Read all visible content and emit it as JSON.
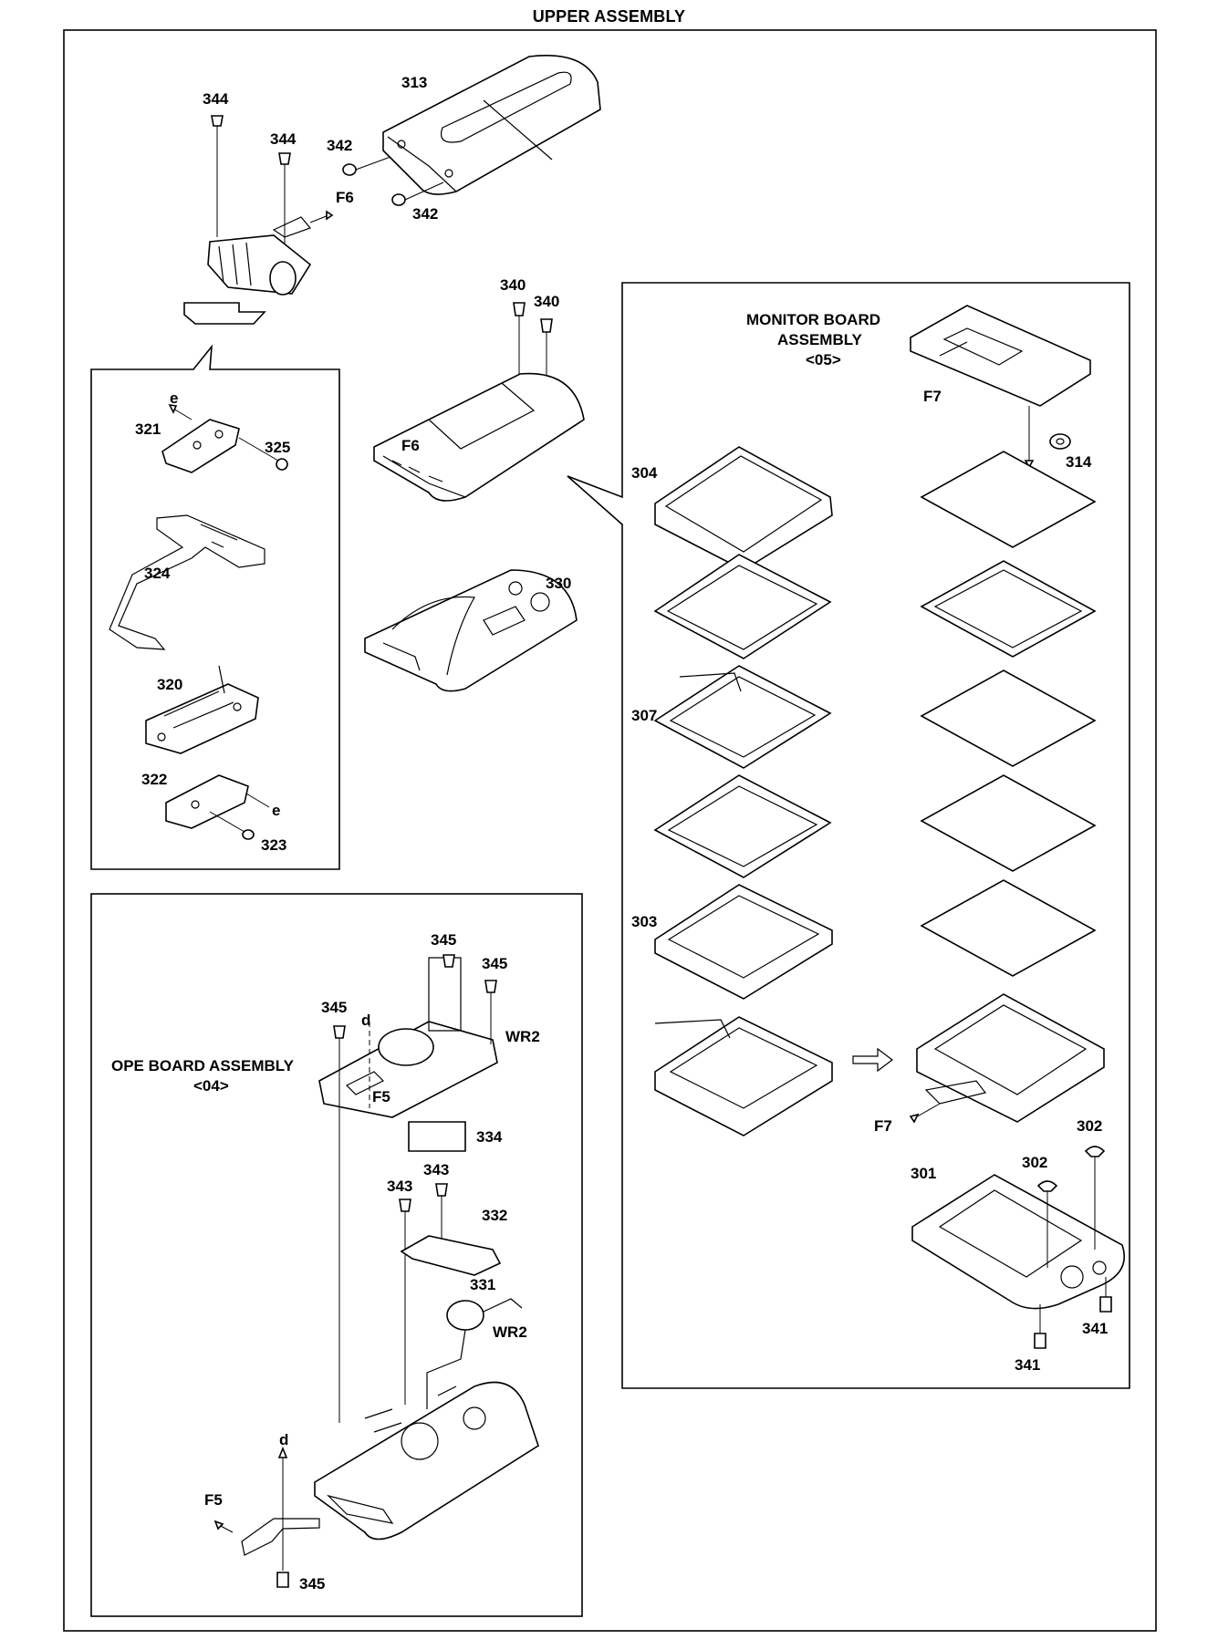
{
  "title": "UPPER ASSEMBLY",
  "assemblies": {
    "monitor_board": {
      "name": "MONITOR BOARD ASSEMBLY",
      "line1": "MONITOR BOARD",
      "line2": "ASSEMBLY",
      "code": "<05>"
    },
    "ope_board": {
      "name": "OPE BOARD ASSEMBLY",
      "code": "<04>"
    }
  },
  "labels": {
    "p344a": "344",
    "p344b": "344",
    "p313": "313",
    "p342a": "342",
    "p342b": "342",
    "f6a": "F6",
    "p340a": "340",
    "p340b": "340",
    "f6b": "F6",
    "e1": "e",
    "p321": "321",
    "p325": "325",
    "p324": "324",
    "p320": "320",
    "p322": "322",
    "e2": "e",
    "p323": "323",
    "p330": "330",
    "p304": "304",
    "p307": "307",
    "p303": "303",
    "f7a": "F7",
    "p314": "314",
    "f7b": "F7",
    "p302a": "302",
    "p302b": "302",
    "p301": "301",
    "p341a": "341",
    "p341b": "341",
    "p345a": "345",
    "p345b": "345",
    "p345c": "345",
    "d1": "d",
    "wr2a": "WR2",
    "f5a": "F5",
    "p334": "334",
    "p343a": "343",
    "p343b": "343",
    "p332": "332",
    "p331": "331",
    "wr2b": "WR2",
    "d2": "d",
    "f5b": "F5",
    "p345d": "345"
  }
}
